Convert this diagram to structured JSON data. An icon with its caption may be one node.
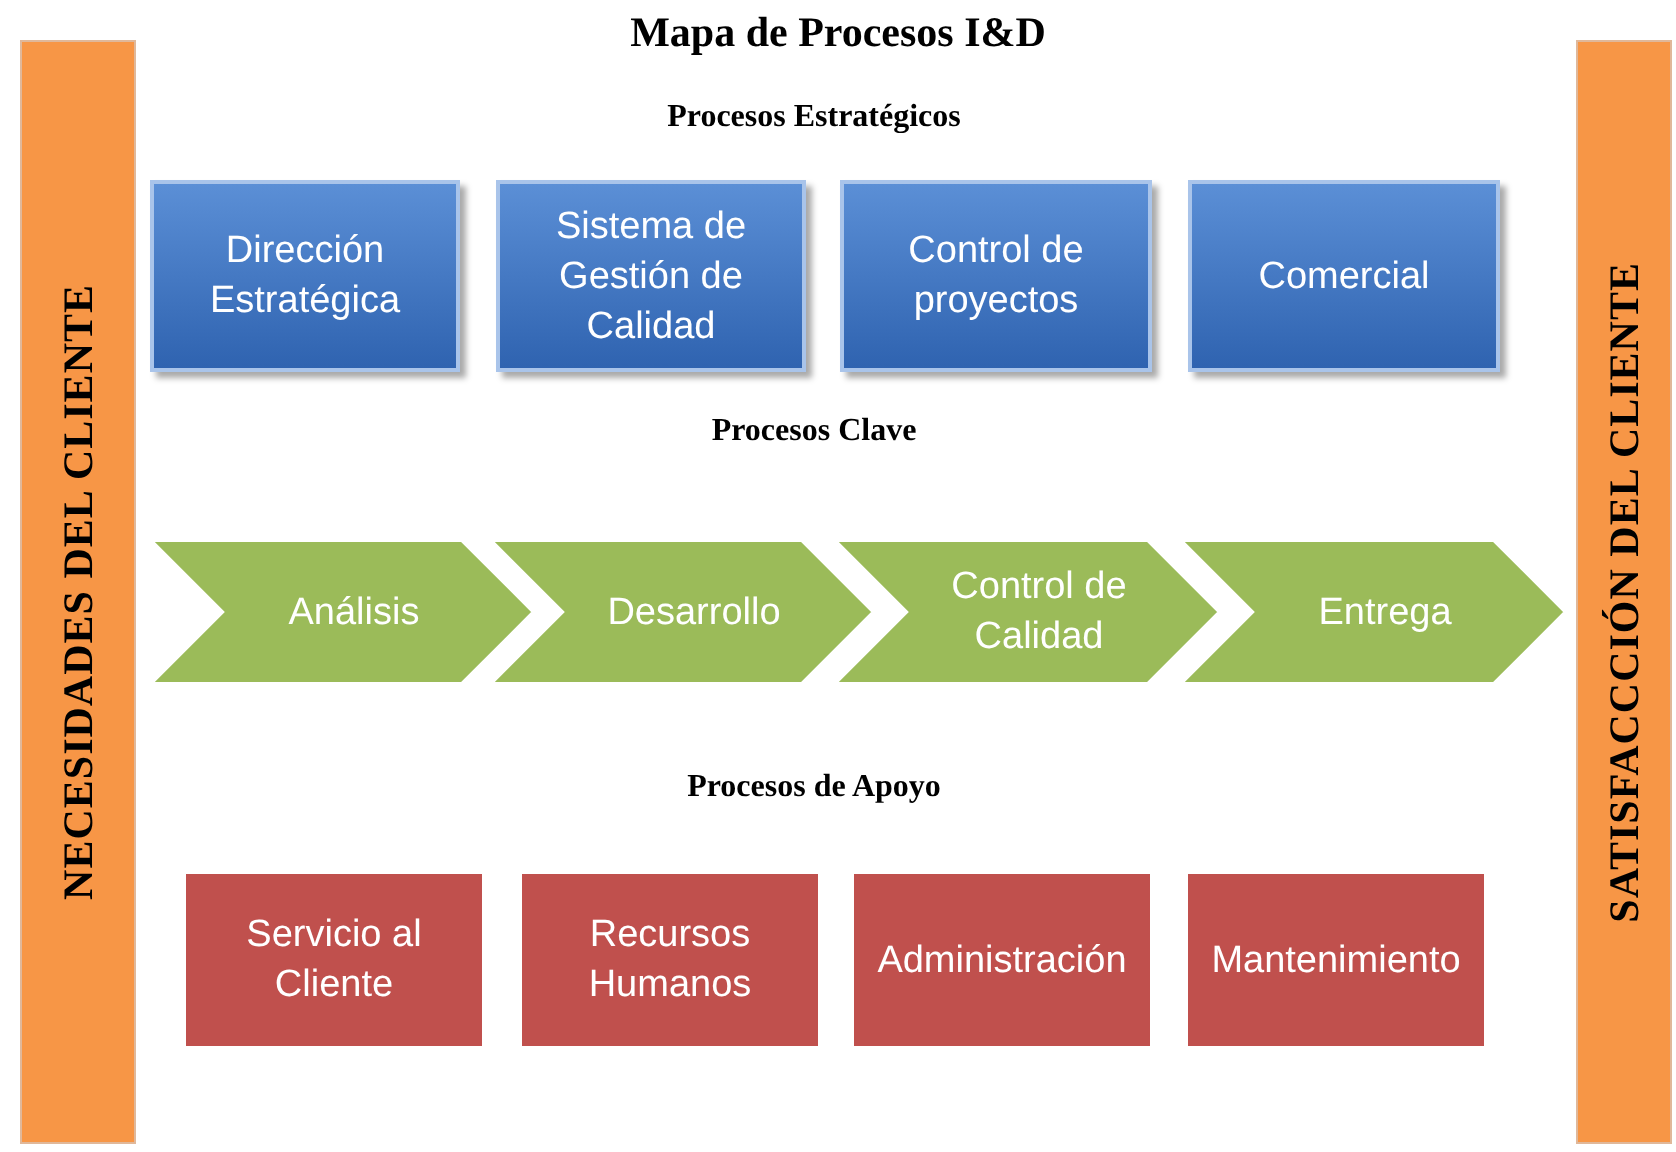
{
  "diagram": {
    "title": "Mapa de Procesos I&D",
    "nodes": [
      {
        "text": [
          "NECESIDADES DEL CLIENTE"
        ]
      },
      {
        "text": [
          "SATISFACCCIÓN DEL CLIENTE"
        ]
      },
      {
        "text": [
          "Dirección Estratégica"
        ]
      },
      {
        "text": [
          "Sistema de Gestión de Calidad"
        ]
      },
      {
        "text": [
          "Control de proyectos"
        ]
      },
      {
        "text": [
          "Comercial"
        ]
      },
      {
        "text": [
          "Análisis"
        ]
      },
      {
        "text": [
          "Desarrollo"
        ]
      },
      {
        "text": [
          "Control de Calidad"
        ]
      },
      {
        "text": [
          "Entrega"
        ]
      },
      {
        "text": [
          "Servicio al Cliente"
        ]
      },
      {
        "text": [
          "Recursos Humanos"
        ]
      },
      {
        "text": [
          "Administración"
        ]
      },
      {
        "text": [
          "Mantenimiento"
        ]
      }
    ],
    "edges": [],
    "labels": [
      "Procesos Estratégicos",
      "Procesos Clave",
      "Procesos de Apoyo"
    ]
  }
}
